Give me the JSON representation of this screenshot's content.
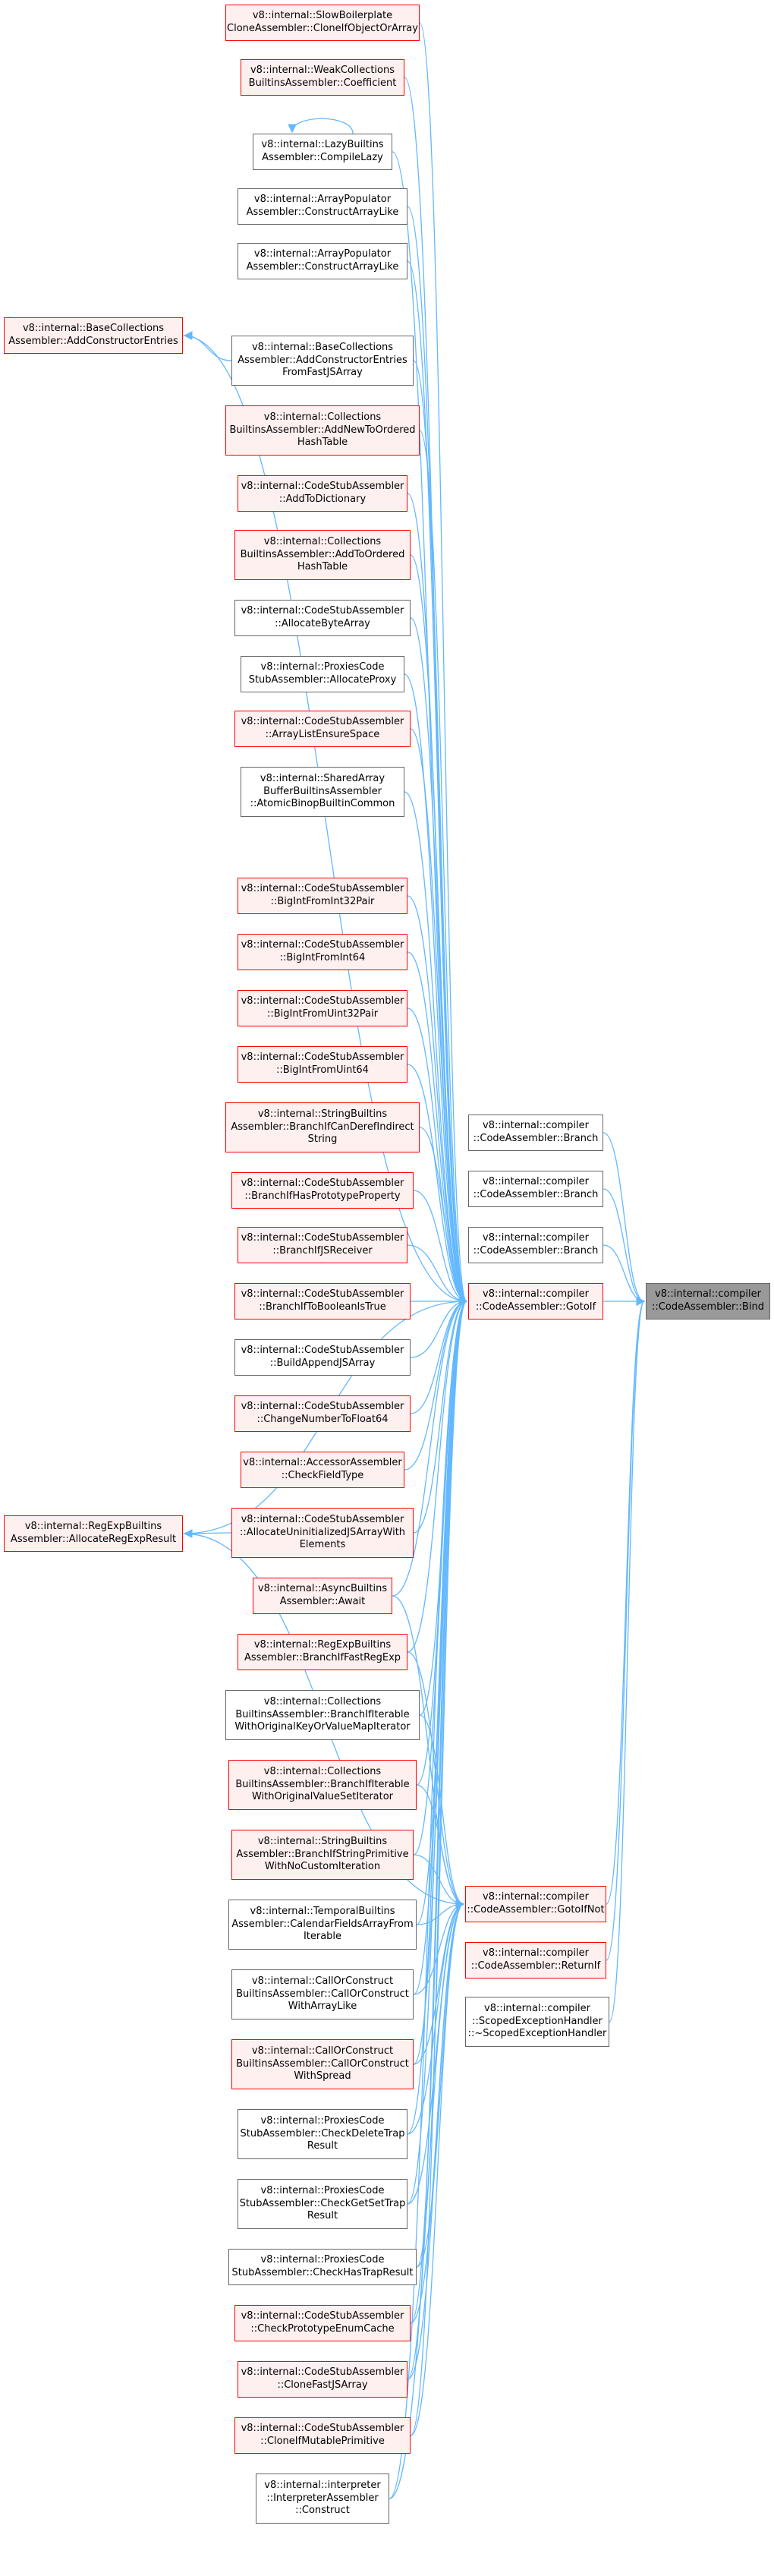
{
  "colors": {
    "edge": "#63b8ff",
    "red_border": "#ff0000",
    "red_fill": "#fff0f0",
    "gray_border": "#666666",
    "focus_fill": "#999999"
  },
  "nodes": [
    {
      "id": "n_slow",
      "lines": [
        "v8::internal::SlowBoilerplate",
        "CloneAssembler::CloneIfObjectOrArray"
      ],
      "style": "red"
    },
    {
      "id": "n_weak",
      "lines": [
        "v8::internal::WeakCollections",
        "BuiltinsAssembler::Coefficient"
      ],
      "style": "red"
    },
    {
      "id": "n_lazy",
      "lines": [
        "v8::internal::LazyBuiltins",
        "Assembler::CompileLazy"
      ],
      "style": "gray"
    },
    {
      "id": "n_arr1",
      "lines": [
        "v8::internal::ArrayPopulator",
        "Assembler::ConstructArrayLike"
      ],
      "style": "gray"
    },
    {
      "id": "n_arr2",
      "lines": [
        "v8::internal::ArrayPopulator",
        "Assembler::ConstructArrayLike"
      ],
      "style": "gray"
    },
    {
      "id": "n_bcae",
      "lines": [
        "v8::internal::BaseCollections",
        "Assembler::AddConstructorEntries"
      ],
      "style": "red"
    },
    {
      "id": "n_bcfast",
      "lines": [
        "v8::internal::BaseCollections",
        "Assembler::AddConstructorEntries",
        "FromFastJSArray"
      ],
      "style": "gray"
    },
    {
      "id": "n_coll1",
      "lines": [
        "v8::internal::Collections",
        "BuiltinsAssembler::AddNewToOrdered",
        "HashTable"
      ],
      "style": "red"
    },
    {
      "id": "n_dict",
      "lines": [
        "v8::internal::CodeStubAssembler",
        "::AddToDictionary"
      ],
      "style": "red"
    },
    {
      "id": "n_coll2",
      "lines": [
        "v8::internal::Collections",
        "BuiltinsAssembler::AddToOrdered",
        "HashTable"
      ],
      "style": "red"
    },
    {
      "id": "n_bytearr",
      "lines": [
        "v8::internal::CodeStubAssembler",
        "::AllocateByteArray"
      ],
      "style": "gray"
    },
    {
      "id": "n_proxy",
      "lines": [
        "v8::internal::ProxiesCode",
        "StubAssembler::AllocateProxy"
      ],
      "style": "gray"
    },
    {
      "id": "n_arrlist",
      "lines": [
        "v8::internal::CodeStubAssembler",
        "::ArrayListEnsureSpace"
      ],
      "style": "red"
    },
    {
      "id": "n_shared",
      "lines": [
        "v8::internal::SharedArray",
        "BufferBuiltinsAssembler",
        "::AtomicBinopBuiltinCommon"
      ],
      "style": "gray"
    },
    {
      "id": "n_bi32",
      "lines": [
        "v8::internal::CodeStubAssembler",
        "::BigIntFromInt32Pair"
      ],
      "style": "red"
    },
    {
      "id": "n_bi64",
      "lines": [
        "v8::internal::CodeStubAssembler",
        "::BigIntFromInt64"
      ],
      "style": "red"
    },
    {
      "id": "n_bu32",
      "lines": [
        "v8::internal::CodeStubAssembler",
        "::BigIntFromUint32Pair"
      ],
      "style": "red"
    },
    {
      "id": "n_bu64",
      "lines": [
        "v8::internal::CodeStubAssembler",
        "::BigIntFromUint64"
      ],
      "style": "red"
    },
    {
      "id": "n_strderef",
      "lines": [
        "v8::internal::StringBuiltins",
        "Assembler::BranchIfCanDerefIndirect",
        "String"
      ],
      "style": "red"
    },
    {
      "id": "n_hasproto",
      "lines": [
        "v8::internal::CodeStubAssembler",
        "::BranchIfHasPrototypeProperty"
      ],
      "style": "red"
    },
    {
      "id": "n_jsrecv",
      "lines": [
        "v8::internal::CodeStubAssembler",
        "::BranchIfJSReceiver"
      ],
      "style": "red"
    },
    {
      "id": "n_tobool",
      "lines": [
        "v8::internal::CodeStubAssembler",
        "::BranchIfToBooleanIsTrue"
      ],
      "style": "red"
    },
    {
      "id": "n_buildappend",
      "lines": [
        "v8::internal::CodeStubAssembler",
        "::BuildAppendJSArray"
      ],
      "style": "gray"
    },
    {
      "id": "n_chgnum",
      "lines": [
        "v8::internal::CodeStubAssembler",
        "::ChangeNumberToFloat64"
      ],
      "style": "red"
    },
    {
      "id": "n_accessor",
      "lines": [
        "v8::internal::AccessorAssembler",
        "::CheckFieldType"
      ],
      "style": "red"
    },
    {
      "id": "n_allocuninit",
      "lines": [
        "v8::internal::CodeStubAssembler",
        "::AllocateUninitializedJSArrayWith",
        "Elements"
      ],
      "style": "red"
    },
    {
      "id": "n_regexp_alloc",
      "lines": [
        "v8::internal::RegExpBuiltins",
        "Assembler::AllocateRegExpResult"
      ],
      "style": "red"
    },
    {
      "id": "n_await",
      "lines": [
        "v8::internal::AsyncBuiltins",
        "Assembler::Await"
      ],
      "style": "red"
    },
    {
      "id": "n_fastregexp",
      "lines": [
        "v8::internal::RegExpBuiltins",
        "Assembler::BranchIfFastRegExp"
      ],
      "style": "red"
    },
    {
      "id": "n_iterkv",
      "lines": [
        "v8::internal::Collections",
        "BuiltinsAssembler::BranchIfIterable",
        "WithOriginalKeyOrValueMapIterator"
      ],
      "style": "gray"
    },
    {
      "id": "n_iterset",
      "lines": [
        "v8::internal::Collections",
        "BuiltinsAssembler::BranchIfIterable",
        "WithOriginalValueSetIterator"
      ],
      "style": "red"
    },
    {
      "id": "n_strprim",
      "lines": [
        "v8::internal::StringBuiltins",
        "Assembler::BranchIfStringPrimitive",
        "WithNoCustomIteration"
      ],
      "style": "red"
    },
    {
      "id": "n_temporal",
      "lines": [
        "v8::internal::TemporalBuiltins",
        "Assembler::CalendarFieldsArrayFrom",
        "Iterable"
      ],
      "style": "gray"
    },
    {
      "id": "n_callarr",
      "lines": [
        "v8::internal::CallOrConstruct",
        "BuiltinsAssembler::CallOrConstruct",
        "WithArrayLike"
      ],
      "style": "gray"
    },
    {
      "id": "n_callspread",
      "lines": [
        "v8::internal::CallOrConstruct",
        "BuiltinsAssembler::CallOrConstruct",
        "WithSpread"
      ],
      "style": "red"
    },
    {
      "id": "n_deltrap",
      "lines": [
        "v8::internal::ProxiesCode",
        "StubAssembler::CheckDeleteTrap",
        "Result"
      ],
      "style": "gray"
    },
    {
      "id": "n_gettrap",
      "lines": [
        "v8::internal::ProxiesCode",
        "StubAssembler::CheckGetSetTrap",
        "Result"
      ],
      "style": "gray"
    },
    {
      "id": "n_hastrap",
      "lines": [
        "v8::internal::ProxiesCode",
        "StubAssembler::CheckHasTrapResult"
      ],
      "style": "gray"
    },
    {
      "id": "n_protoenum",
      "lines": [
        "v8::internal::CodeStubAssembler",
        "::CheckPrototypeEnumCache"
      ],
      "style": "red"
    },
    {
      "id": "n_clonefast",
      "lines": [
        "v8::internal::CodeStubAssembler",
        "::CloneFastJSArray"
      ],
      "style": "red"
    },
    {
      "id": "n_clonemut",
      "lines": [
        "v8::internal::CodeStubAssembler",
        "::CloneIfMutablePrimitive"
      ],
      "style": "red"
    },
    {
      "id": "n_interp",
      "lines": [
        "v8::internal::interpreter",
        "::InterpreterAssembler",
        "::Construct"
      ],
      "style": "gray"
    },
    {
      "id": "n_branch1",
      "lines": [
        "v8::internal::compiler",
        "::CodeAssembler::Branch"
      ],
      "style": "gray"
    },
    {
      "id": "n_branch2",
      "lines": [
        "v8::internal::compiler",
        "::CodeAssembler::Branch"
      ],
      "style": "gray"
    },
    {
      "id": "n_branch3",
      "lines": [
        "v8::internal::compiler",
        "::CodeAssembler::Branch"
      ],
      "style": "gray"
    },
    {
      "id": "n_gotoif",
      "lines": [
        "v8::internal::compiler",
        "::CodeAssembler::GotoIf"
      ],
      "style": "red"
    },
    {
      "id": "n_gotoifnot",
      "lines": [
        "v8::internal::compiler",
        "::CodeAssembler::GotoIfNot"
      ],
      "style": "red"
    },
    {
      "id": "n_returnif",
      "lines": [
        "v8::internal::compiler",
        "::CodeAssembler::ReturnIf"
      ],
      "style": "red"
    },
    {
      "id": "n_scoped",
      "lines": [
        "v8::internal::compiler",
        "::ScopedExceptionHandler",
        "::~ScopedExceptionHandler"
      ],
      "style": "gray"
    },
    {
      "id": "n_bind",
      "lines": [
        "v8::internal::compiler",
        "::CodeAssembler::Bind"
      ],
      "style": "focus"
    }
  ],
  "edges": [
    [
      "n_gotoif",
      "n_bind"
    ],
    [
      "n_gotoifnot",
      "n_bind"
    ],
    [
      "n_returnif",
      "n_bind"
    ],
    [
      "n_scoped",
      "n_bind"
    ],
    [
      "n_branch1",
      "n_bind"
    ],
    [
      "n_branch2",
      "n_bind"
    ],
    [
      "n_branch3",
      "n_bind"
    ],
    [
      "n_slow",
      "n_gotoif"
    ],
    [
      "n_weak",
      "n_gotoif"
    ],
    [
      "n_lazy",
      "n_lazy"
    ],
    [
      "n_lazy",
      "n_gotoif"
    ],
    [
      "n_arr1",
      "n_gotoif"
    ],
    [
      "n_arr2",
      "n_gotoif"
    ],
    [
      "n_bcae",
      "n_gotoif"
    ],
    [
      "n_bcfast",
      "n_bcae"
    ],
    [
      "n_bcfast",
      "n_gotoif"
    ],
    [
      "n_coll1",
      "n_gotoif"
    ],
    [
      "n_dict",
      "n_gotoif"
    ],
    [
      "n_coll2",
      "n_gotoif"
    ],
    [
      "n_bytearr",
      "n_gotoif"
    ],
    [
      "n_proxy",
      "n_gotoif"
    ],
    [
      "n_arrlist",
      "n_gotoif"
    ],
    [
      "n_shared",
      "n_gotoif"
    ],
    [
      "n_bi32",
      "n_gotoif"
    ],
    [
      "n_bi64",
      "n_gotoif"
    ],
    [
      "n_bu32",
      "n_gotoif"
    ],
    [
      "n_bu64",
      "n_gotoif"
    ],
    [
      "n_strderef",
      "n_gotoif"
    ],
    [
      "n_hasproto",
      "n_gotoif"
    ],
    [
      "n_jsrecv",
      "n_gotoif"
    ],
    [
      "n_tobool",
      "n_gotoif"
    ],
    [
      "n_buildappend",
      "n_gotoif"
    ],
    [
      "n_chgnum",
      "n_gotoif"
    ],
    [
      "n_accessor",
      "n_gotoif"
    ],
    [
      "n_allocuninit",
      "n_gotoif"
    ],
    [
      "n_allocuninit",
      "n_regexp_alloc"
    ],
    [
      "n_regexp_alloc",
      "n_gotoif"
    ],
    [
      "n_regexp_alloc",
      "n_gotoifnot"
    ],
    [
      "n_await",
      "n_gotoif"
    ],
    [
      "n_fastregexp",
      "n_gotoif"
    ],
    [
      "n_iterkv",
      "n_gotoif"
    ],
    [
      "n_iterset",
      "n_gotoif"
    ],
    [
      "n_strprim",
      "n_gotoif"
    ],
    [
      "n_temporal",
      "n_gotoif"
    ],
    [
      "n_callarr",
      "n_gotoif"
    ],
    [
      "n_callspread",
      "n_gotoif"
    ],
    [
      "n_deltrap",
      "n_gotoif"
    ],
    [
      "n_gettrap",
      "n_gotoif"
    ],
    [
      "n_hastrap",
      "n_gotoif"
    ],
    [
      "n_protoenum",
      "n_gotoif"
    ],
    [
      "n_clonefast",
      "n_gotoif"
    ],
    [
      "n_clonemut",
      "n_gotoif"
    ],
    [
      "n_interp",
      "n_gotoif"
    ],
    [
      "n_await",
      "n_gotoifnot"
    ],
    [
      "n_fastregexp",
      "n_gotoifnot"
    ],
    [
      "n_iterkv",
      "n_gotoifnot"
    ],
    [
      "n_iterset",
      "n_gotoifnot"
    ],
    [
      "n_strprim",
      "n_gotoifnot"
    ],
    [
      "n_temporal",
      "n_gotoifnot"
    ],
    [
      "n_callarr",
      "n_gotoifnot"
    ],
    [
      "n_callspread",
      "n_gotoifnot"
    ],
    [
      "n_deltrap",
      "n_gotoifnot"
    ],
    [
      "n_gettrap",
      "n_gotoifnot"
    ],
    [
      "n_hastrap",
      "n_gotoifnot"
    ],
    [
      "n_protoenum",
      "n_gotoifnot"
    ],
    [
      "n_clonefast",
      "n_gotoifnot"
    ],
    [
      "n_clonemut",
      "n_gotoifnot"
    ],
    [
      "n_interp",
      "n_gotoifnot"
    ]
  ]
}
